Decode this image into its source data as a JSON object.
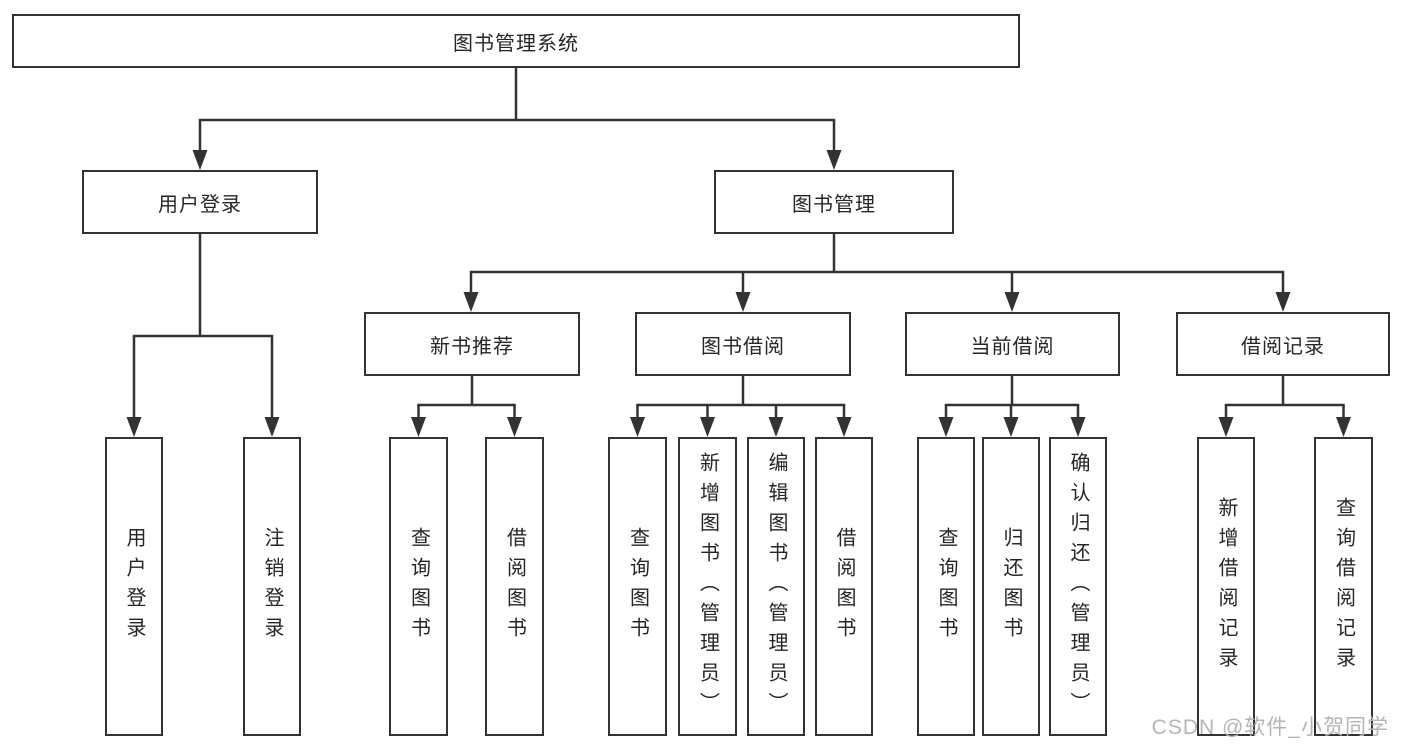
{
  "tree": {
    "root": {
      "label": "图书管理系统"
    },
    "children": [
      {
        "label": "用户登录",
        "children": [
          {
            "label": "用户登录"
          },
          {
            "label": "注销登录"
          }
        ]
      },
      {
        "label": "图书管理",
        "children": [
          {
            "label": "新书推荐",
            "children": [
              {
                "label": "查询图书"
              },
              {
                "label": "借阅图书"
              }
            ]
          },
          {
            "label": "图书借阅",
            "children": [
              {
                "label": "查询图书"
              },
              {
                "label": "新增图书（管理员）"
              },
              {
                "label": "编辑图书（管理员）"
              },
              {
                "label": "借阅图书"
              }
            ]
          },
          {
            "label": "当前借阅",
            "children": [
              {
                "label": "查询图书"
              },
              {
                "label": "归还图书"
              },
              {
                "label": "确认归还（管理员）"
              }
            ]
          },
          {
            "label": "借阅记录",
            "children": [
              {
                "label": "新增借阅记录"
              },
              {
                "label": "查询借阅记录"
              }
            ]
          }
        ]
      }
    ]
  },
  "watermark": {
    "text": "CSDN @软件_小贺同学"
  },
  "style": {
    "line_color": "#333333",
    "box_border_color": "#333333",
    "box_background": "#ffffff",
    "text_color": "#262626",
    "watermark_color": "#b5b5b5"
  }
}
